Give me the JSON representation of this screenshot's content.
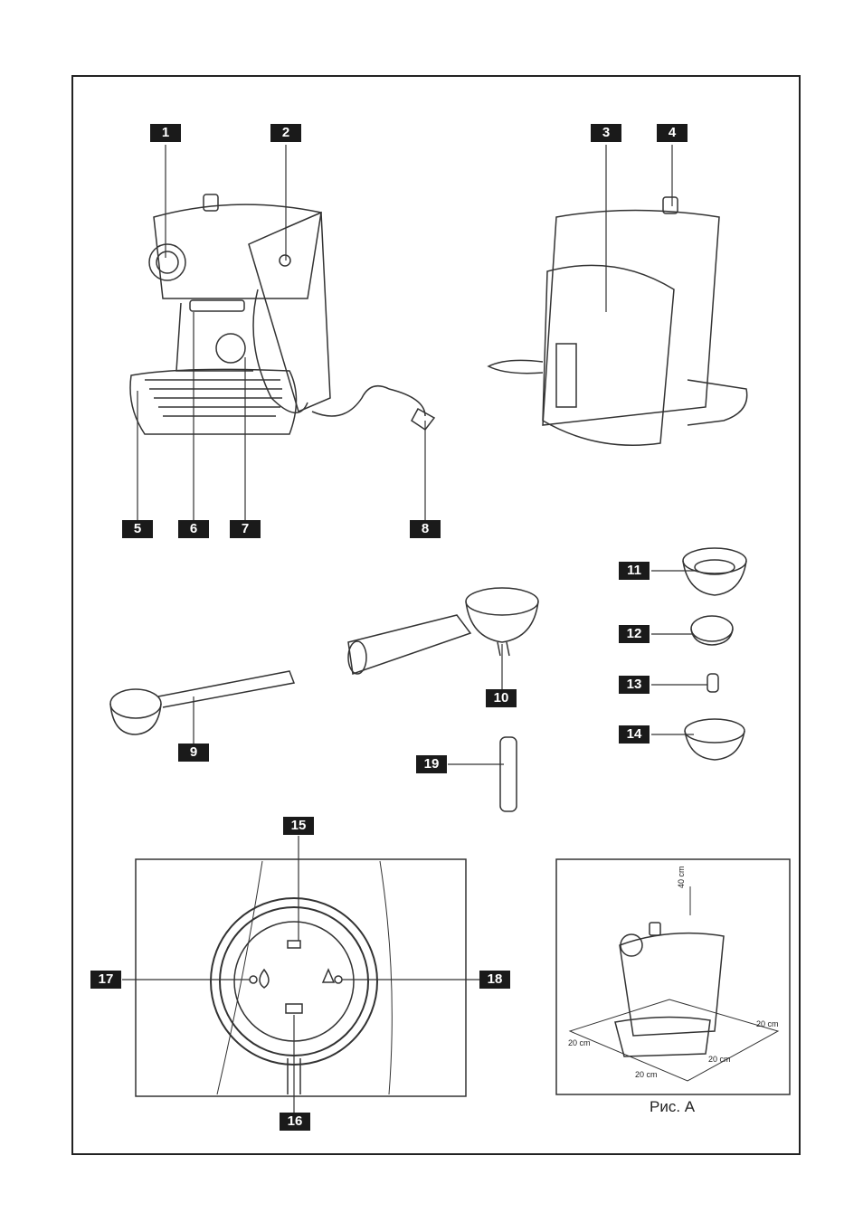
{
  "labels": [
    "1",
    "2",
    "3",
    "4",
    "5",
    "6",
    "7",
    "8",
    "9",
    "10",
    "11",
    "12",
    "13",
    "14",
    "15",
    "16",
    "17",
    "18",
    "19"
  ],
  "figure": {
    "caption": "Рис. А",
    "clearance_top": "40 cm",
    "clearance_side": "20 cm"
  }
}
